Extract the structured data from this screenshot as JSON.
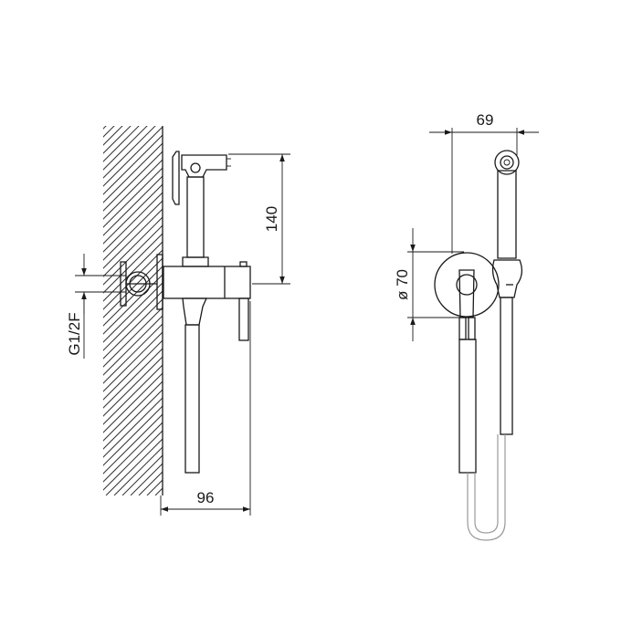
{
  "dimensions": {
    "side_height": "140",
    "side_width": "96",
    "thread_size": "G1/2F",
    "front_width": "69",
    "front_diameter": "ø 70"
  },
  "colors": {
    "line": "#1a1a1a",
    "hose_hidden": "#9a9a9a",
    "background": "#ffffff"
  }
}
